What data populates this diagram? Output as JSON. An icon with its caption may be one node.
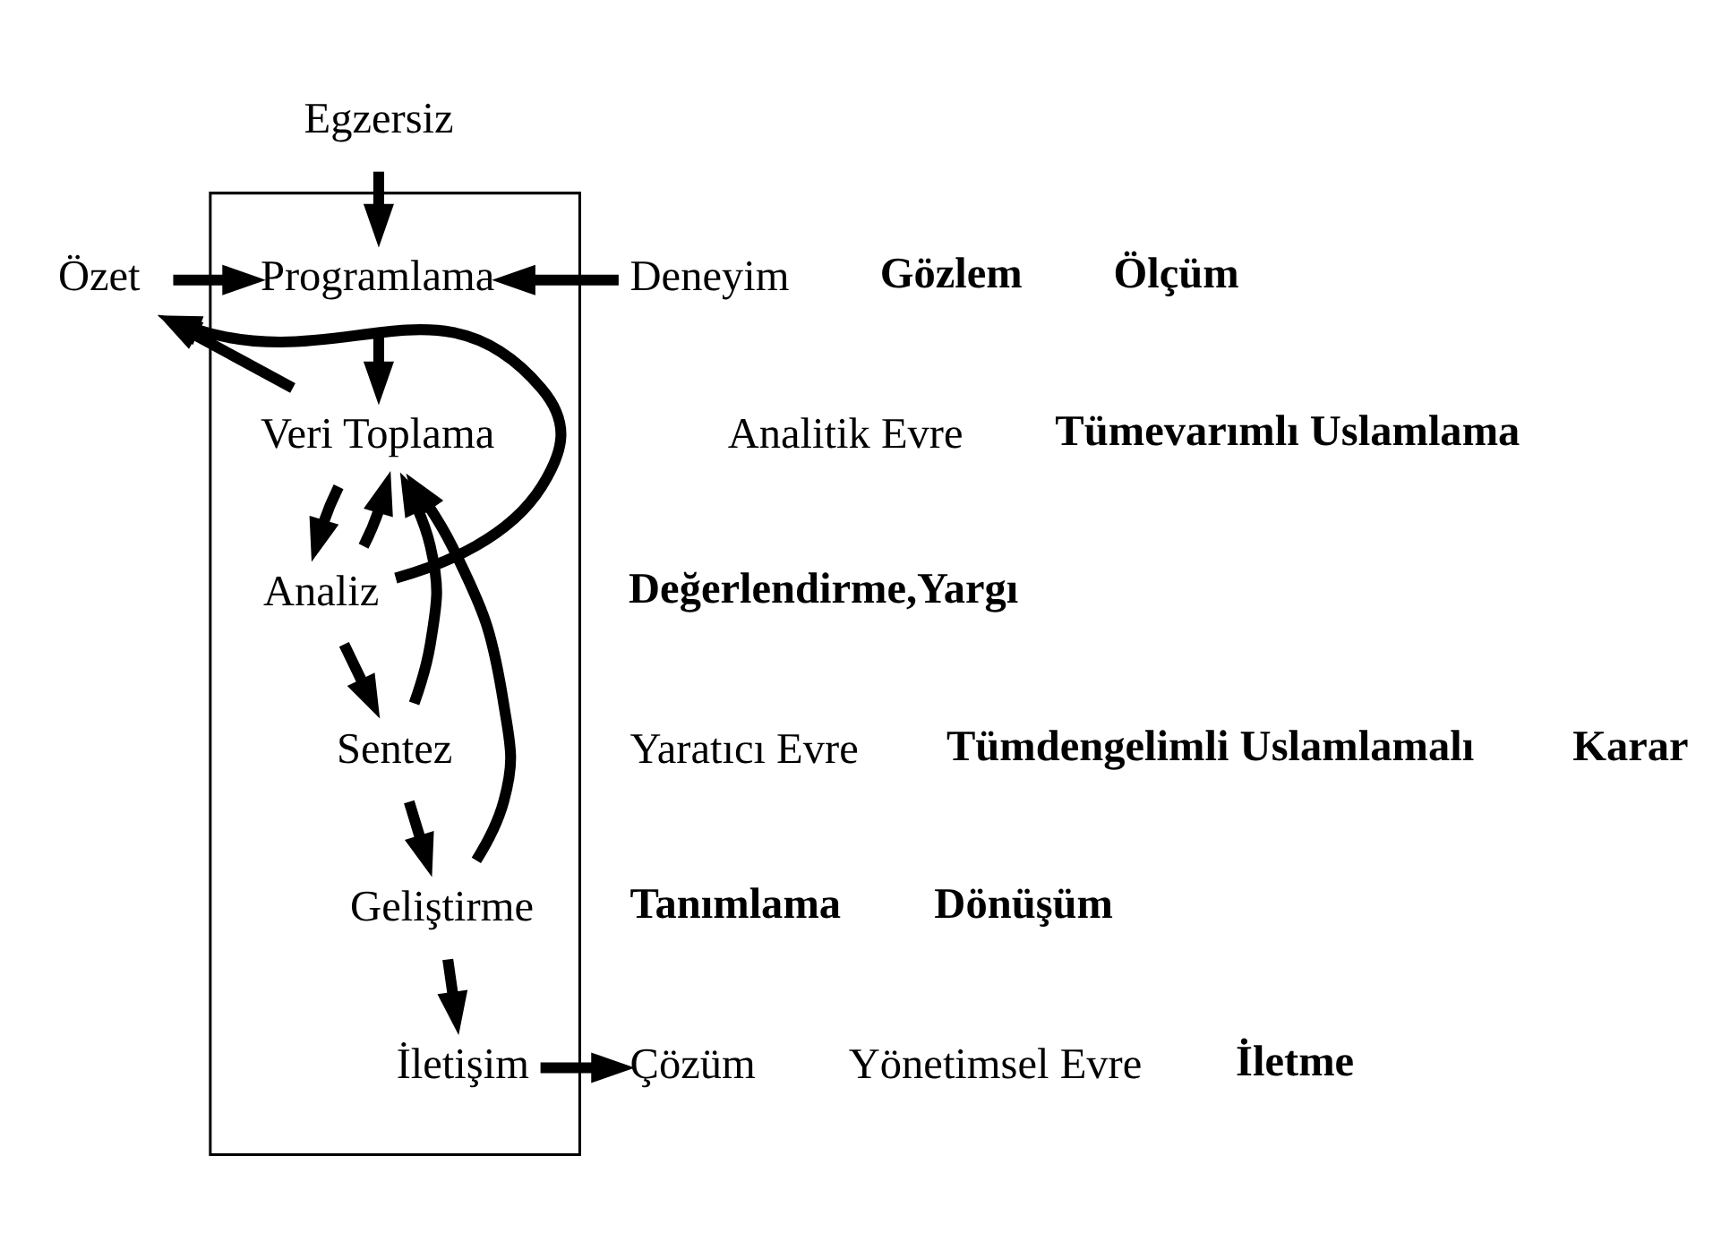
{
  "diagram": {
    "nodes": [
      {
        "text": [],
        "shape": "box"
      },
      {
        "text": [
          "Egzersiz"
        ]
      },
      {
        "text": [
          "Özet"
        ]
      },
      {
        "text": [
          "Programlama"
        ],
        "in": 0
      },
      {
        "text": [
          "Deneyim"
        ]
      },
      {
        "text": [
          "Veri Toplama"
        ],
        "in": 0
      },
      {
        "text": [
          "Analiz"
        ],
        "in": 0
      },
      {
        "text": [
          "Sentez"
        ],
        "in": 0
      },
      {
        "text": [
          "Geliştirme"
        ],
        "in": 0
      },
      {
        "text": [
          "Çözüm"
        ]
      },
      {
        "text": [
          "İletişim"
        ],
        "in": 0
      }
    ],
    "edges": [
      {
        "from": 1,
        "to": 3,
        "arrow": "to"
      },
      {
        "from": 2,
        "to": 3,
        "arrow": "to"
      },
      {
        "from": 4,
        "to": 3,
        "arrow": "to"
      },
      {
        "from": 3,
        "to": 5,
        "arrow": "to"
      },
      {
        "from": 5,
        "to": 2,
        "arrow": "to"
      },
      {
        "from": 6,
        "to": 2,
        "arrow": "to"
      },
      {
        "from": 5,
        "to": 6,
        "arrow": "to"
      },
      {
        "from": 6,
        "to": 5,
        "arrow": "to"
      },
      {
        "from": 6,
        "to": 7,
        "arrow": "to"
      },
      {
        "from": 7,
        "to": 5,
        "arrow": "to"
      },
      {
        "from": 8,
        "to": 5,
        "arrow": "to"
      },
      {
        "from": 7,
        "to": 8,
        "arrow": "to"
      },
      {
        "from": 8,
        "to": 10,
        "arrow": "to"
      },
      {
        "from": 10,
        "to": 9,
        "arrow": "to"
      }
    ],
    "labels": [
      "Analitik Evre",
      "Gözlem",
      "Ölçüm",
      "Tümevarımlı Uslamlama",
      "Yaratıcı Evre",
      "Değerlendirme,Yargı",
      "Tümdengelimli Uslamlamalı",
      "Karar",
      "Tanımlama",
      "Dönüşüm",
      "Yönetimsel Evre",
      "İletme"
    ]
  }
}
